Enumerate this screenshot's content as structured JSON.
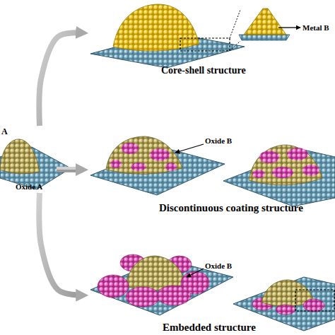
{
  "diagram": {
    "nodes": [
      {
        "text": [
          "A",
          "Oxide A"
        ]
      },
      {
        "text": [
          "Metal B",
          "Core-shell structure"
        ]
      },
      {
        "text": [
          "Oxide B",
          "Discontinuous coating structure"
        ]
      },
      {
        "text": [
          "Oxide B",
          "Embedded structure"
        ]
      }
    ],
    "edges": [
      {
        "from": 0,
        "to": 1,
        "arrow": "to"
      },
      {
        "from": 0,
        "to": 2,
        "arrow": "to"
      },
      {
        "from": 0,
        "to": 3,
        "arrow": "to"
      }
    ]
  }
}
